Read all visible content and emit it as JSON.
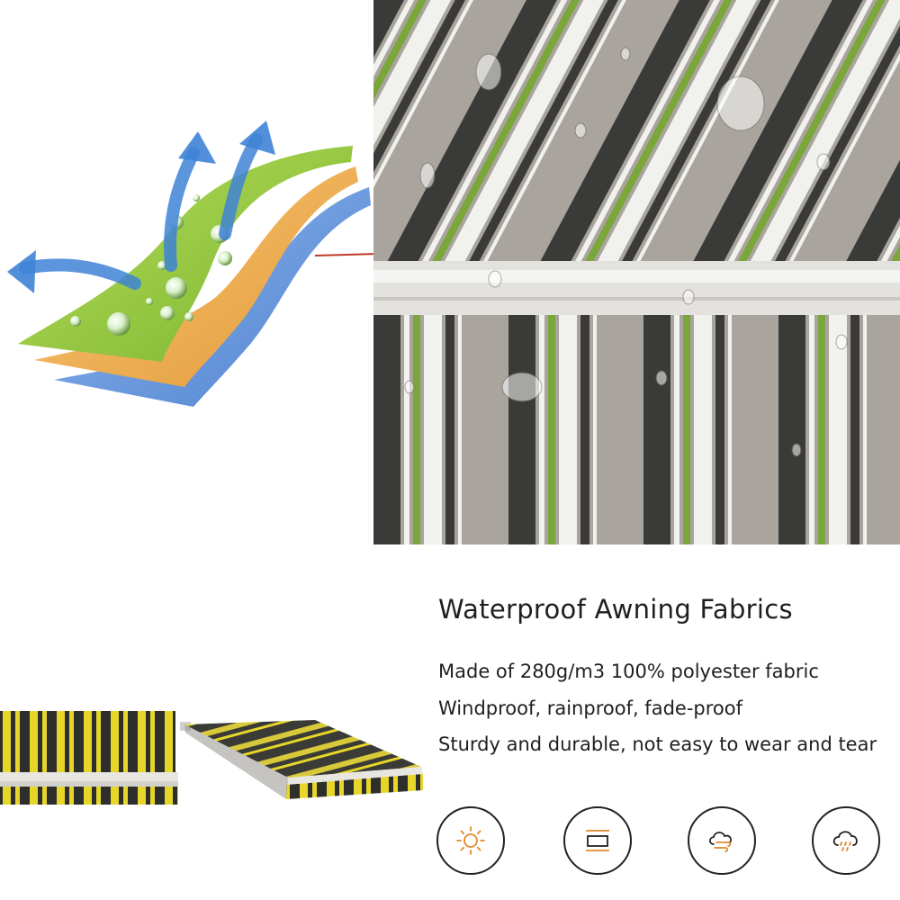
{
  "product": {
    "heading": "Waterproof Awning Fabrics",
    "features": [
      "Made of 280g/m3 100% polyester fabric",
      "Windproof, rainproof, fade-proof",
      "Sturdy and durable, not easy to wear and tear"
    ]
  },
  "icons": [
    "sun-icon",
    "fabric-roll-icon",
    "wind-icon",
    "rain-cloud-icon"
  ],
  "colors": {
    "layer_green": "#8cc63f",
    "layer_orange": "#f0a847",
    "layer_blue": "#5b8fd6",
    "arrow_blue": "#3f83d6",
    "stripe_dark": "#3a3a38",
    "stripe_green": "#7aa63a",
    "stripe_grey": "#a8a39c",
    "awning_yellow": "#e6d62a",
    "pointer_red": "#c0392b"
  }
}
